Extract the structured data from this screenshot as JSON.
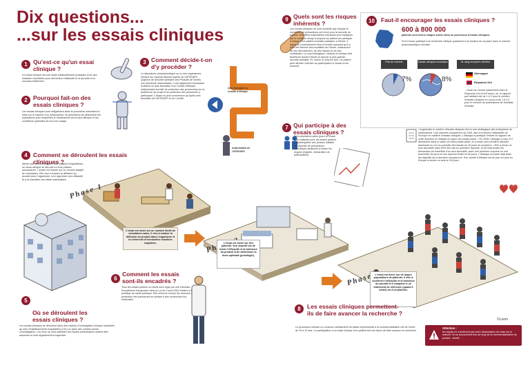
{
  "header": {
    "line1": "Dix questions...",
    "line2": "...sur les essais cliniques"
  },
  "q1": {
    "n": "1",
    "title": "Qu'est-ce qu'un essai clinique ?",
    "text": "Un essai clinique est une étude habituellement pratiquée chez des malades volontaires pour démontrer l'efficacité et la sécurité d'un nouveau traitement."
  },
  "q2": {
    "n": "2",
    "title": "Pourquoi fait-on des essais cliniques ?",
    "text": "Les essais cliniques sont obligatoires dans la procédure autorisant la mise sur le marché d'un médicament. Ils permettent de déterminer les populations pour lesquelles le médicament est le plus efficace et les conditions optimales de son bon usage."
  },
  "q3": {
    "n": "3",
    "title": "Comment décide-t-on d'y procéder ?",
    "text": "Le laboratoire pharmaceutique ou un des organismes menant sur l'animal dépose auprès de l'AFSSAPS (Agence de Sécurité sanitaire des Produits de Santé) une demande d'autorisation. Il est également nécessaire d'obtenir un avis favorable d'un Comité d'éthique indépendant (comité de protection des personnes) sur la pertinence du projet et la protection des personnes y participant. L'essai ne peut commencer qu'après avis favorable de l'AFSSAPS et du Comité.",
    "label_avis": "Avis favorable du Comité d'éthique",
    "label_auth": "Autorisation de l'AFSSAPS"
  },
  "q4": {
    "n": "4",
    "title": "Comment se déroulent les essais cliniques ?",
    "text": "Menés par des médecins et des équipes hospitalières, un essai clinique se déroule en trois phases successives. L'étude est menée sur un nombre adapté de volontaires. Elle vise à évaluer la diffusion du produit dans l'organisme, à en apprécier son efficacité et à en identifier ses effets indésirables."
  },
  "q5": {
    "n": "5",
    "title": "Où se déroulent les essais cliniques ?",
    "text": "Les essais cliniques se déroulent dans des centres d'investigation clinique implantés au sein d'établissements hospitaliers (CIC) ou dans des centres privés d'investigation. Les lieux où sont réalisées les études préliminaires doivent être autorisés et sont régulièrement inspectés."
  },
  "q6": {
    "n": "6",
    "title": "Comment les essais sont-ils encadrés ?",
    "text": "Tous les essais publics ou privés sont régis par une Directive Européenne transposée dans la Loi du 9 août 2004 relative à la politique de santé publique. Elle renforce encore les mesures de protection des personnes se prêtant à des recherches bio-médicales."
  },
  "q7": {
    "n": "7",
    "title": "Qui participe à des essais cliniques ?",
    "text": "Des volontaires sains (pour la Phase I) ou malades pour les autres phases. La participation aux phases initiales est assortie de précautions spécifiques destinées à limiter les risques (registre, déclaration de participation)."
  },
  "q8": {
    "n": "8",
    "title": "Les essais cliniques permettent-ils de faire avancer la recherche ?",
    "text": "Le processus menant un nouveau médicament du stade expérimental à la commercialisation est de l'ordre de 10 à 12 ans. La participation à un essai clinique d'un patient est une façon de faire avancer la recherche."
  },
  "q9": {
    "n": "9",
    "title": "Quels sont les risques inhérents ?",
    "text": "Les essais cliniques ne sont conduits que lorsque le maximum de précautions ont réuni pour la sécurité du patient. Les effets indésirables éventuels sont expliqués par le médecin lorsqu'il propose au patient de participer à l'essai. Si le patient souhaite participer à l'étude, il signe un consentement libre et éclairé assurant qu'il a bien été informé des modalités de l'étude, notamment de son déroulement, de ses risques et de ses contraintes. Le suivi biologique, médical et clinique doit bénéficier durant l'étude lui assure la plus grande sécurité possible. Et, même si cela est rare, un patient peut décider d'arrêter sa participation à l'essai à tout moment."
  },
  "q10": {
    "n": "10",
    "title": "Faut-il encourager les essais cliniques ?",
    "big": "600 à 800 000",
    "sub": "patients sont inclus chaque année dans un processus d'essais cliniques.",
    "text": "Si la France participe à la recherche clinique quasiment à la hauteur de sa place dans le marché pharmaceutique mondial...",
    "h1": "Part de marché",
    "h2": "Essais cliniques mondiaux",
    "h3": "3e rang européen derrière",
    "p1": "7%",
    "p2": "8%",
    "c1": "Allemagne",
    "c2": "Royaume-Uni",
    "text2": "...l'écart se creuse notamment entre le Royaume-Uni et la France, où, le rapport par habitant est de 1 à 2 pour le nombre d'essais cliniques en cours et de 1 à 3,2 pour le nombre de publications de résultats d'essais.",
    "bullets": "• Augmenter le nombre d'essais cliniques est un axe stratégique des entreprises du médicament. Une directive européenne de 2001 vise à renforcer l'attractivité de l'Europe en matière d'essais cliniques. L'Afssaps a participé l'entrée en vigueur de cette directive en mettant en place une phase pilote. • En 2005, l'Afssaps a reçu 477 demandes dans le cadre de cette phase pilote, et a rendu une première réponse autorisant ou non la conduite des essais en 34 jours en moyenne. • Elle a rendu un avis favorable dans 60% des cas en première réponse, et au final toutes les demandes ont bénéficié d'un avis favorable, avec une première réponse en une fourchette de jours et une réponse finale en 60 jours. L'Afssaps se place déjà dans les objectifs de la directive européenne. Son comité d'éthique est de plus en plus en Europe à rendre un avis en 35 jours."
  },
  "phase1": {
    "label": "Phase 1",
    "text": "L'essai est mené sur un nombre limité de volontaires sains. Il vise à évaluer la diffusion du produit dans l'organisme et la recherche d'éventuelles réactions négatives."
  },
  "phase2": {
    "label": "Phase 2",
    "text": "L'essai est mené sur des patients. Son objectif est de tester l'efficacité et la tolérance du produit et de déterminer la dose optimale (posologie)."
  },
  "phase3": {
    "label": "Phase 3",
    "text": "L'essai est mené sur de larges populations de patients. Il vise à confirmer l'efficacité et la tolérance du produit et à comparer à un traitement de référence (quand il existe) ou à un placebo."
  },
  "attention": {
    "title": "Attention :",
    "text": "les essais ne s'achèvent pas avec l'autorisation de mise sur le marché. Ils se poursuivent tout au long de la commercialisation du produit : sûreté."
  },
  "credit": "©Leem",
  "colors": {
    "accent": "#8e1b2e",
    "blue": "#2f5fa8",
    "orange": "#e07a22"
  }
}
